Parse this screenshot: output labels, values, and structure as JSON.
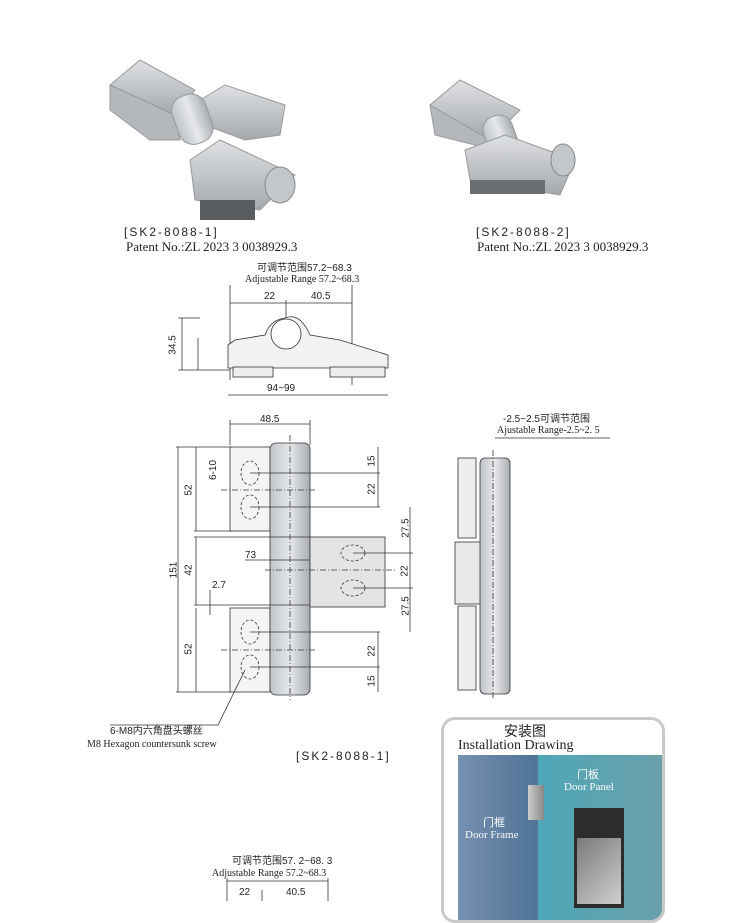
{
  "products": [
    {
      "code": "[SK2-8088-1]",
      "patent": "Patent No.:ZL 2023 3 0038929.3"
    },
    {
      "code": "[SK2-8088-2]",
      "patent": "Patent No.:ZL 2023 3 0038929.3"
    }
  ],
  "top_view": {
    "range_cn": "可调节范围57.2~68.3",
    "range_en": "Adjustable Range  57.2~68.3",
    "dims": {
      "a": "22",
      "b": "40.5",
      "height": "34.5",
      "width": "94~99"
    }
  },
  "front_view": {
    "dims": {
      "width": "48.5",
      "total": "151",
      "top_leaf": "52",
      "middle": "42",
      "bottom_leaf": "52",
      "slot": "6-10",
      "offset": "73",
      "gap": "2.7",
      "r1": "15",
      "r2": "22",
      "r3": "27.5",
      "r4": "22",
      "r5": "27.5",
      "r6": "22",
      "r7": "15"
    },
    "screw_cn": "6-M8内六角盘头螺丝",
    "screw_en": "M8 Hexagon countersunk screw",
    "code": "[SK2-8088-1]"
  },
  "side_view": {
    "range_cn": "-2.5~2.5可调节范围",
    "range_en": "Ajustable Range-2.5~2. 5"
  },
  "installation": {
    "title_cn": "安装图",
    "title_en": "Installation Drawing",
    "panel_cn": "门板",
    "panel_en": "Door Panel",
    "frame_cn": "门框",
    "frame_en": "Door Frame"
  },
  "bottom_view": {
    "range_cn": "可调节范围57. 2~68. 3",
    "range_en": "Adjustable Range 57.2~68.3",
    "dims": {
      "a": "22",
      "b": "40.5"
    }
  }
}
